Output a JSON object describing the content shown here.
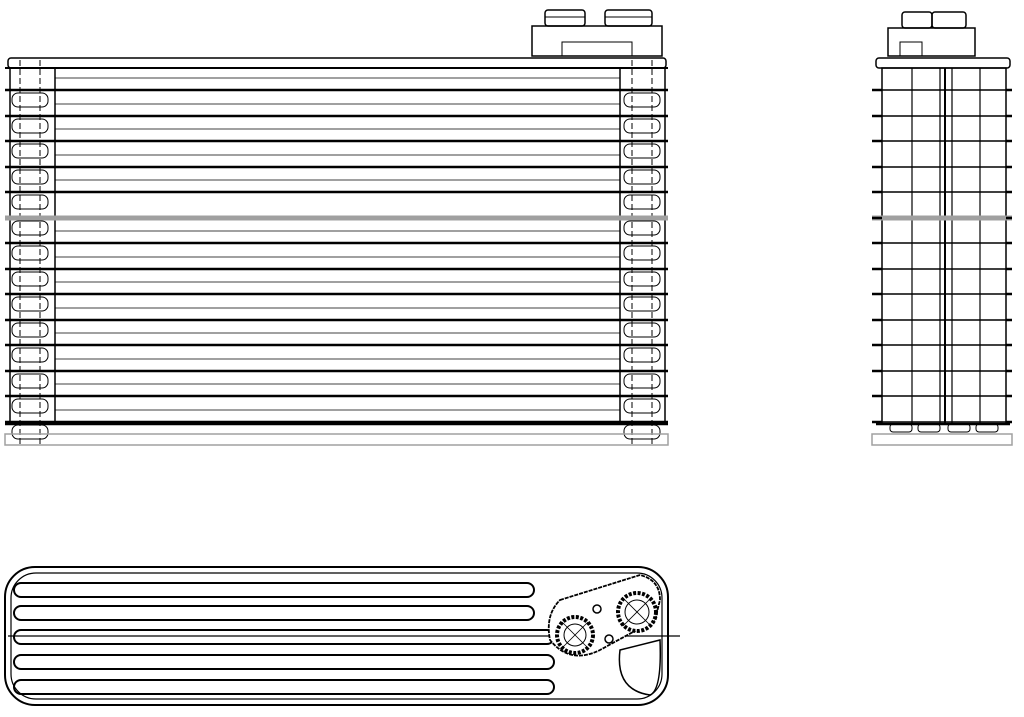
{
  "colors": {
    "line": "#000000",
    "accent_line": "#a0a0a0",
    "background": "#ffffff"
  },
  "drawing": {
    "front_view": {
      "tube_rows": 14,
      "highlighted_row": 5
    },
    "side_view": {
      "tube_rows": 14,
      "highlighted_row": 5
    },
    "bottom_view": {
      "channels": 5,
      "fittings": 2
    }
  }
}
